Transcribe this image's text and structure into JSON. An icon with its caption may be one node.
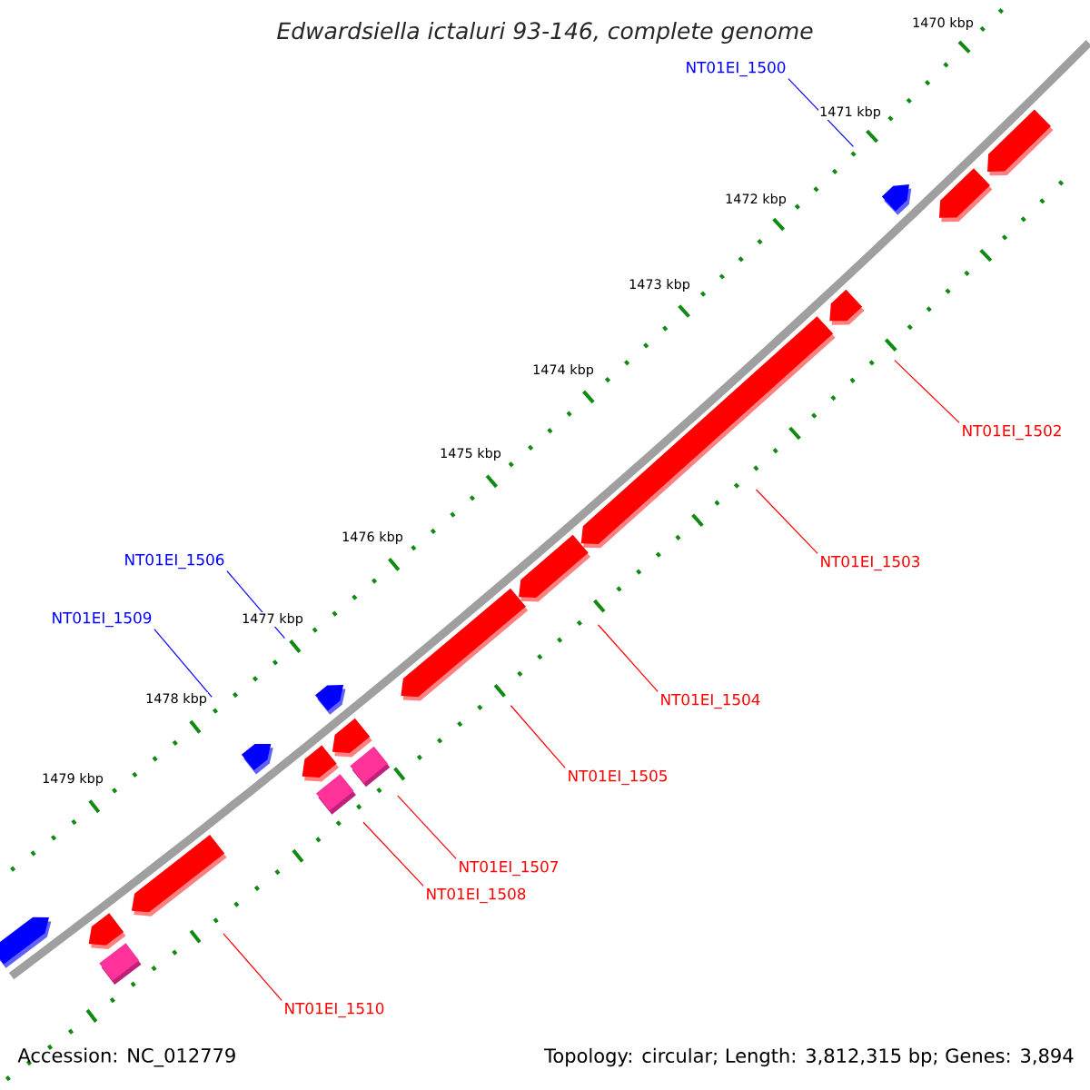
{
  "diagram": {
    "title": "Edwardsiella ictaluri 93-146, complete genome",
    "nodes": [
      {
        "text": [
          "NT01EI_1500"
        ]
      },
      {
        "text": [
          "NT01EI_1502"
        ]
      },
      {
        "text": [
          "NT01EI_1503"
        ]
      },
      {
        "text": [
          "NT01EI_1504"
        ]
      },
      {
        "text": [
          "NT01EI_1505"
        ]
      },
      {
        "text": [
          "NT01EI_1506"
        ]
      },
      {
        "text": [
          "NT01EI_1507"
        ]
      },
      {
        "text": [
          "NT01EI_1508"
        ]
      },
      {
        "text": [
          "NT01EI_1509"
        ]
      },
      {
        "text": [
          "NT01EI_1510"
        ]
      },
      {
        "text": [],
        "shape": "arrow"
      },
      {
        "text": [],
        "shape": "arrow"
      },
      {
        "text": [],
        "shape": "arrow"
      },
      {
        "text": [],
        "shape": "arrow"
      },
      {
        "text": [],
        "shape": "arrow"
      },
      {
        "text": [],
        "shape": "arrow"
      },
      {
        "text": [],
        "shape": "arrow"
      },
      {
        "text": [],
        "shape": "arrow"
      },
      {
        "text": [],
        "shape": "arrow"
      },
      {
        "text": [],
        "shape": "box"
      },
      {
        "text": [],
        "shape": "arrow"
      },
      {
        "text": [],
        "shape": "box"
      },
      {
        "text": [],
        "shape": "arrow"
      },
      {
        "text": [],
        "shape": "arrow"
      },
      {
        "text": [],
        "shape": "arrow"
      },
      {
        "text": [],
        "shape": "arrow"
      },
      {
        "text": [],
        "shape": "box"
      }
    ],
    "edges": [
      {
        "from": 0,
        "to": 12,
        "arrow": "none",
        "color": "#0000ff"
      },
      {
        "from": 1,
        "to": 13,
        "arrow": "none"
      },
      {
        "from": 2,
        "to": 14,
        "arrow": "none"
      },
      {
        "from": 3,
        "to": 15,
        "arrow": "none"
      },
      {
        "from": 4,
        "to": 16,
        "arrow": "none"
      },
      {
        "from": 5,
        "to": 17,
        "arrow": "none",
        "color": "#0000ff"
      },
      {
        "from": 6,
        "to": 19,
        "arrow": "none"
      },
      {
        "from": 7,
        "to": 21,
        "arrow": "none"
      },
      {
        "from": 8,
        "to": 22,
        "arrow": "none",
        "color": "#0000ff"
      },
      {
        "from": 9,
        "to": 23,
        "arrow": "none"
      }
    ],
    "labels": [
      "1470 kbp",
      "1471 kbp",
      "1472 kbp",
      "1473 kbp",
      "1474 kbp",
      "1475 kbp",
      "1476 kbp",
      "1477 kbp",
      "1478 kbp",
      "1479 kbp",
      "Accession: NC_012779",
      "Topology: circular; Length: 3,812,315 bp; Genes: 3,894"
    ]
  }
}
